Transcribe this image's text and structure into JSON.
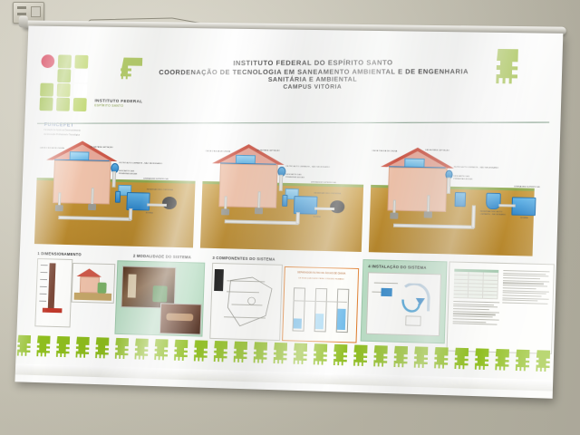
{
  "scene": {
    "subject": "photograph of a printed vinyl banner hanging on an interior wall",
    "wall_color": "#cdc9b8",
    "banner_color": "#fbfbf9"
  },
  "header": {
    "institution_logo_label": "ifes-logo",
    "institution_name_line1": "INSTITUTO FEDERAL",
    "institution_name_line2": "ESPÍRITO SANTO",
    "foundation_name": "FUNCEFET",
    "foundation_lines": [
      "Fundação de Apoio ao Desenvolvimento",
      "da Educação Profissional e Tecnológica"
    ],
    "title_line1": "INSTITUTO FEDERAL DO ESPÍRITO SANTO",
    "title_line2": "COORDENAÇÃO DE  TECNOLOGIA EM SANEAMENTO AMBIENTAL E DE ENGENHARIA",
    "title_line3": "SANITÁRIA E AMBIENTAL",
    "title_line4": "CAMPUS VITÓRIA",
    "accent_green": "#8fae3c",
    "accent_red": "#e0445c",
    "rule_color": "#7e9a86"
  },
  "diagrams": {
    "count": 3,
    "caption": "three rainwater harvesting system schematics of a house",
    "colors": {
      "roof": "#cf5a4a",
      "wall": "#f0c3ab",
      "soil": "#bf8f33",
      "grass": "#8faa50",
      "water_tank": "#2f86c9",
      "pipe": "#e8e8e4",
      "cistern": "#1b1b1b"
    },
    "panels": [
      {
        "id": "diagram-1",
        "labels": [
          "CAIXA D'ÁGUA DE CHUVA",
          "CALHA PARA CAPTAÇÃO",
          "FILTRO AUTO LIMPANTE - NÃO NECESSÁRIO",
          "DESCARTE DAS PRIMEIRAS ÁGUAS",
          "DRENAGEM SUPERFICIAL",
          "RESERVATÓRIO CISTERNA",
          "BOMBA"
        ]
      },
      {
        "id": "diagram-2",
        "labels": [
          "CAIXA D'ÁGUA DE CHUVA",
          "CALHA PARA CAPTAÇÃO",
          "FILTRO AUTO LIMPANTE - NÃO NECESSÁRIO",
          "DESCARTE DAS PRIMEIRAS ÁGUAS",
          "DRENAGEM SUPERFICIAL",
          "RESERVATÓRIO CISTERNA",
          "BOMBA"
        ]
      },
      {
        "id": "diagram-3",
        "labels": [
          "CAIXA D'ÁGUA DE CHUVA",
          "CALHA PARA CAPTAÇÃO",
          "FILTRO AUTO LIMPANTE - NÃO NECESSÁRIO",
          "DESCARTE DAS PRIMEIRAS ÁGUAS",
          "DRENAGEM SUPERFICIAL",
          "RESERVATÓRIO AUTO LIMPANTE - NECESSÁRIO",
          "BOMBA"
        ]
      }
    ]
  },
  "sections": [
    {
      "number": "1",
      "title": "1 DIMENSIONAMENTO"
    },
    {
      "number": "2",
      "title": "2 MODALIDADE DO SISTEMA"
    },
    {
      "number": "3",
      "title": "3 COMPONENTES DO SISTEMA"
    },
    {
      "number": "4",
      "title": "4 INSTALAÇÃO DO SISTEMA"
    }
  ],
  "section3_inset": {
    "title_line1": "SEPARADOR-FILTRO DE ÁGUAS DE CHUVA",
    "title_line2": "DE BOA QUALIDADE PARA CONSUMO HUMANO",
    "border_color": "#e07a28"
  },
  "table_panel": {
    "header_color": "#a8cbb2",
    "row_count": 7,
    "column_count": 3
  },
  "footer": {
    "pattern_label": "repeating ifes leaf glyph band",
    "glyph_color": "#8fbe1e",
    "glyph_count": 26
  }
}
